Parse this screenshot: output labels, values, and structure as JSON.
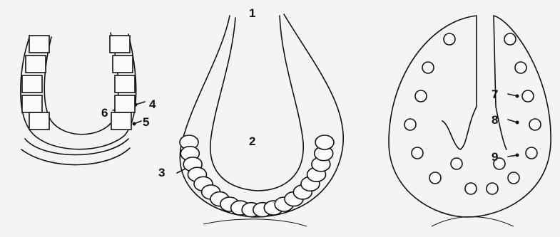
{
  "labels": {
    "l1": "1",
    "l2": "2",
    "l3": "3",
    "l4": "4",
    "l5": "5",
    "l6": "6",
    "l7": "7",
    "l8": "8",
    "l9": "9"
  },
  "colors": {
    "ink": "#111111",
    "paper": "#f4f4f2"
  }
}
